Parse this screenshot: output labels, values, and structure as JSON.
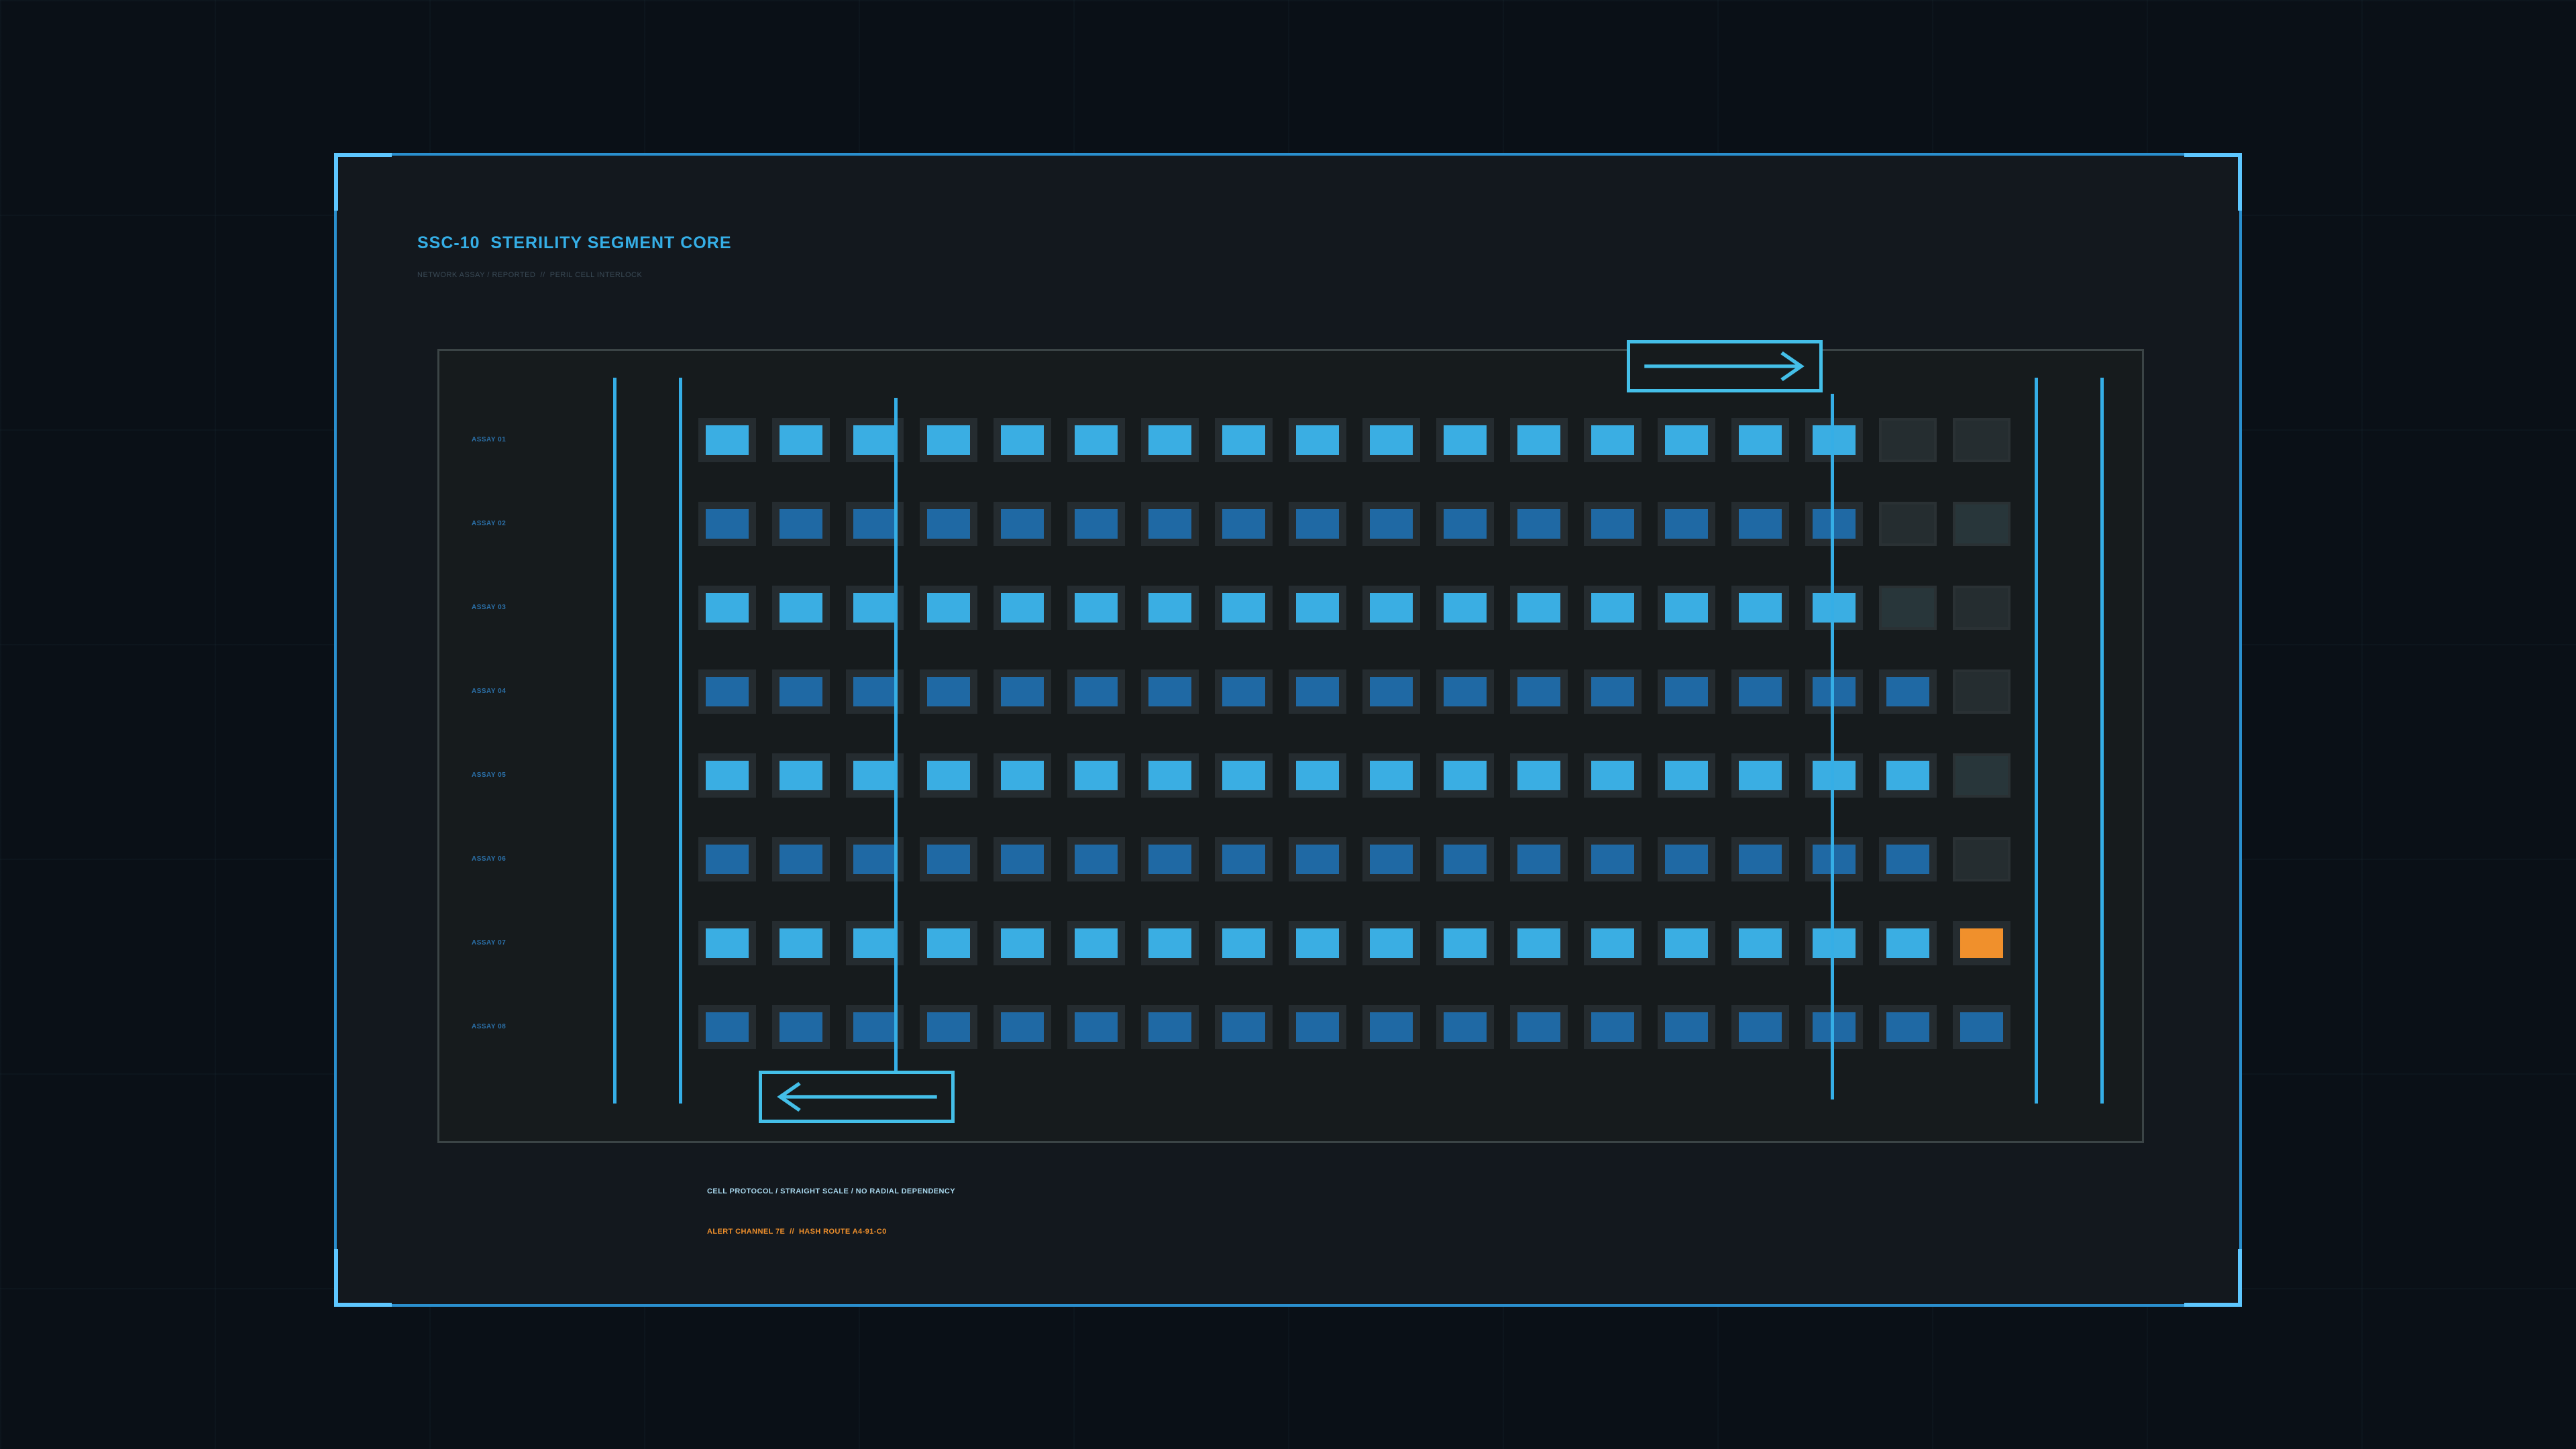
{
  "header": {
    "title": "SSC-10  STERILITY SEGMENT CORE",
    "subtitle": "NETWORK ASSAY / REPORTED  //  PERIL CELL INTERLOCK"
  },
  "grid": {
    "rows": [
      {
        "label": "ASSAY 01",
        "tone": "bright",
        "states": [
          "on",
          "on",
          "on",
          "on",
          "on",
          "on",
          "on",
          "on",
          "on",
          "on",
          "on",
          "on",
          "on",
          "on",
          "on",
          "on",
          "empty",
          "empty"
        ]
      },
      {
        "label": "ASSAY 02",
        "tone": "dim",
        "states": [
          "on",
          "on",
          "on",
          "on",
          "on",
          "on",
          "on",
          "on",
          "on",
          "on",
          "on",
          "on",
          "on",
          "on",
          "on",
          "on",
          "empty",
          "empty-teal"
        ]
      },
      {
        "label": "ASSAY 03",
        "tone": "bright",
        "states": [
          "on",
          "on",
          "on",
          "on",
          "on",
          "on",
          "on",
          "on",
          "on",
          "on",
          "on",
          "on",
          "on",
          "on",
          "on",
          "on",
          "empty-teal",
          "empty"
        ]
      },
      {
        "label": "ASSAY 04",
        "tone": "dim",
        "states": [
          "on",
          "on",
          "on",
          "on",
          "on",
          "on",
          "on",
          "on",
          "on",
          "on",
          "on",
          "on",
          "on",
          "on",
          "on",
          "on",
          "on",
          "empty"
        ]
      },
      {
        "label": "ASSAY 05",
        "tone": "bright",
        "states": [
          "on",
          "on",
          "on",
          "on",
          "on",
          "on",
          "on",
          "on",
          "on",
          "on",
          "on",
          "on",
          "on",
          "on",
          "on",
          "on",
          "on",
          "empty-teal"
        ]
      },
      {
        "label": "ASSAY 06",
        "tone": "dim",
        "states": [
          "on",
          "on",
          "on",
          "on",
          "on",
          "on",
          "on",
          "on",
          "on",
          "on",
          "on",
          "on",
          "on",
          "on",
          "on",
          "on",
          "on",
          "empty"
        ]
      },
      {
        "label": "ASSAY 07",
        "tone": "bright",
        "states": [
          "on",
          "on",
          "on",
          "on",
          "on",
          "on",
          "on",
          "on",
          "on",
          "on",
          "on",
          "on",
          "on",
          "on",
          "on",
          "on",
          "on",
          "alert"
        ]
      },
      {
        "label": "ASSAY 08",
        "tone": "dim",
        "states": [
          "on",
          "on",
          "on",
          "on",
          "on",
          "on",
          "on",
          "on",
          "on",
          "on",
          "on",
          "on",
          "on",
          "on",
          "on",
          "on",
          "on",
          "on"
        ]
      }
    ]
  },
  "controls": {
    "forward_arrow": "arrow-right-icon",
    "back_arrow": "arrow-left-icon"
  },
  "footer": {
    "protocol": "CELL PROTOCOL / STRAIGHT SCALE / NO RADIAL DEPENDENCY",
    "alert": "ALERT CHANNEL 7E  //  HASH ROUTE A4-91-C0"
  },
  "colors": {
    "accent": "#35aee6",
    "cell_bright": "#3aaee3",
    "cell_dim": "#1f69a4",
    "alert": "#f0902c"
  }
}
